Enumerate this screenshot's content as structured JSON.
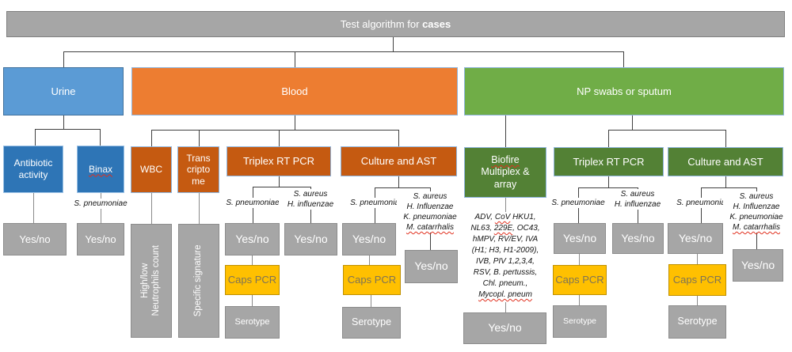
{
  "title": {
    "prefix": "Test algorithm for ",
    "emphasis": "cases"
  },
  "palette": {
    "banner_gray": "#A6A6A6",
    "result_gray": "#A6A6A6",
    "blue_light": "#5B9BD5",
    "blue_dark": "#2E75B6",
    "orange_light": "#ED7D31",
    "orange_dark": "#C55A11",
    "green_light": "#70AD47",
    "green_dark": "#538135",
    "yellow": "#FFC000",
    "spellcheck_red": "#E0301E"
  },
  "urine": {
    "label": "Urine",
    "antibiotic_label": "Antibiotic activity",
    "binax_label": "Binax",
    "species": "S. pneumoniae",
    "antibiotic_result": "Yes/no",
    "binax_result": "Yes/no"
  },
  "blood": {
    "label": "Blood",
    "wbc_label": "WBC",
    "transcriptome_label": "Trans cripto me",
    "wbc_result_lines": [
      "High/low",
      "Neutrophils count"
    ],
    "transcriptome_result": "Specific signature",
    "triplex": {
      "label": "Triplex RT PCR",
      "left_species": "S. pneumoniae",
      "right_species_lines": [
        "S. aureus",
        "H. influenzae"
      ],
      "left_result": "Yes/no",
      "right_result": "Yes/no",
      "caps_label": "Caps PCR",
      "serotype_label": "Serotype"
    },
    "culture": {
      "label": "Culture and AST",
      "left_species": "S. pneumonia",
      "right_species_lines": [
        "S. aureus",
        "H. Influenzae",
        "K. pneumoniae"
      ],
      "right_species_squiggle": "M. catarrhalis",
      "left_result": "Yes/no",
      "right_result": "Yes/no",
      "caps_label": "Caps PCR",
      "serotype_label": "Serotype"
    }
  },
  "np": {
    "label": "NP swabs or sputum",
    "biofire": {
      "label_line1": "Biofire",
      "label_line2": "Multiplex &",
      "label_line3": "array",
      "panel_lines": [
        {
          "pre": "ADV, ",
          "sq": "CoV",
          "post": " HKU1,"
        },
        {
          "pre": "NL63, ",
          "sq": "229E",
          "post": ", OC43,"
        },
        {
          "pre": "hMPV, RV/EV, IVA"
        },
        {
          "pre": "(H1; H3, H1-2009),"
        },
        {
          "pre": "IVB, PIV 1,2,3,4,"
        },
        {
          "pre": "RSV, B. pertussis,"
        },
        {
          "pre": "Chl. pneum.,"
        },
        {
          "pre": "",
          "sq": "Mycopl. pneum",
          "post": ""
        }
      ],
      "result": "Yes/no"
    },
    "triplex": {
      "label": "Triplex RT PCR",
      "left_species": "S. pneumoniae",
      "right_species_lines": [
        "S. aureus",
        "H. influenzae"
      ],
      "left_result": "Yes/no",
      "right_result": "Yes/no",
      "caps_label": "Caps PCR",
      "serotype_label": "Serotype"
    },
    "culture": {
      "label": "Culture and AST",
      "left_species": "S. pneumonia",
      "right_species_lines": [
        "S. aureus",
        "H. Influenzae",
        "K. pneumoniae"
      ],
      "right_species_squiggle": "M. catarrhalis",
      "left_result": "Yes/no",
      "right_result": "Yes/no",
      "caps_label": "Caps PCR",
      "serotype_label": "Serotype"
    }
  }
}
